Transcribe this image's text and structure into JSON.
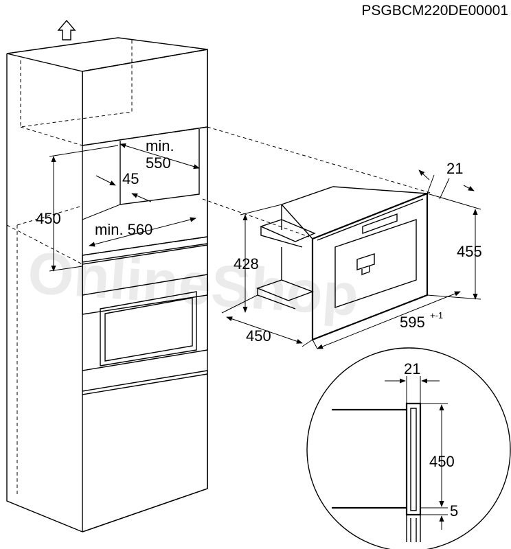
{
  "document_code": "PSGBCM220DE00001",
  "watermark": "OnlineShop",
  "dimensions": {
    "cabinet_depth_min_label": "min.",
    "cabinet_depth_min_value": "550",
    "setback": "45",
    "niche_height": "450",
    "niche_width_min": "min. 560",
    "appliance_depth_total": "21",
    "appliance_height": "455",
    "appliance_inner_height": "428",
    "appliance_depth": "450",
    "appliance_width": "595",
    "appliance_width_tolerance": "+-1",
    "detail_front": "21",
    "detail_height": "450",
    "detail_gap": "5"
  }
}
